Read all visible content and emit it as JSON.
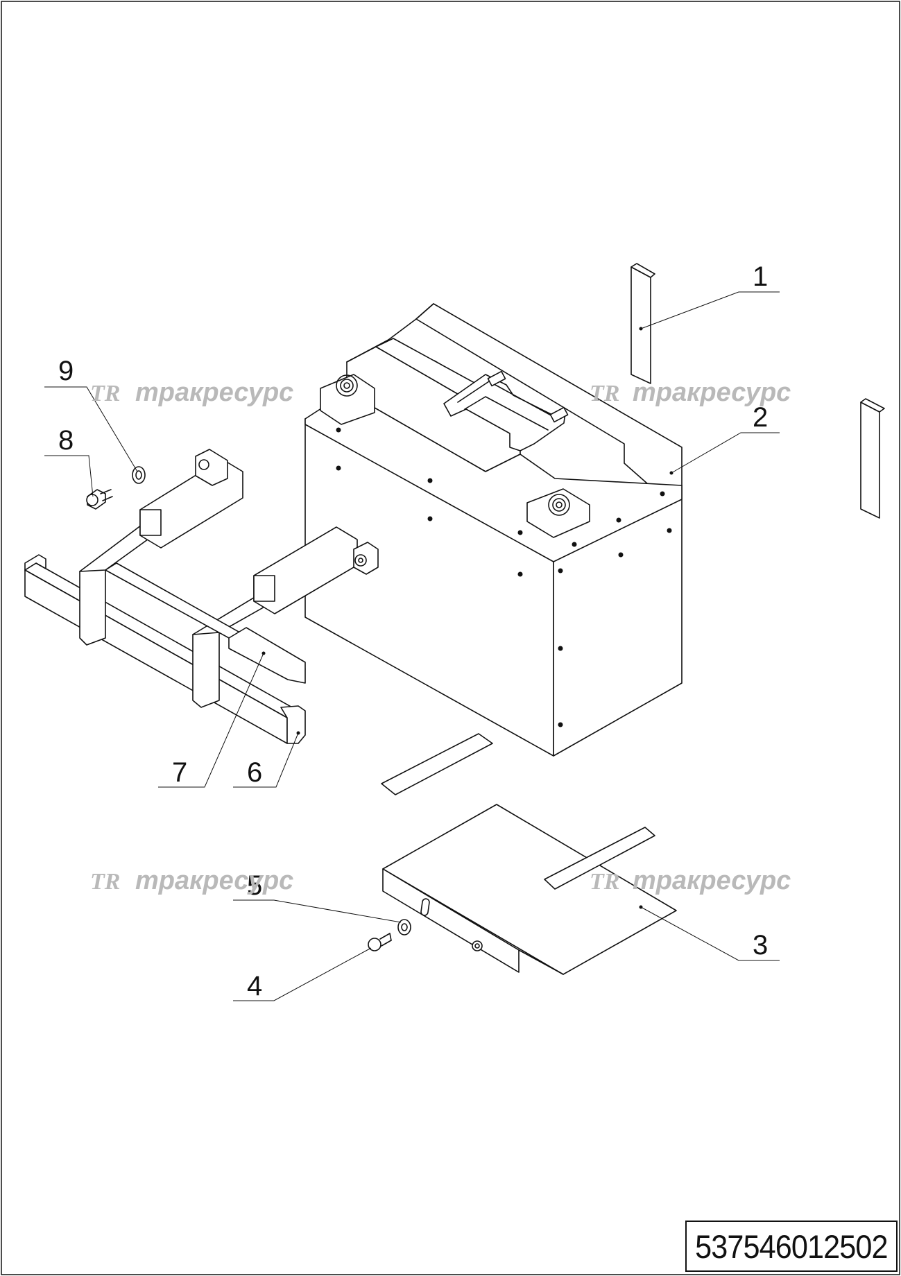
{
  "callouts": [
    {
      "id": "1",
      "label": "1"
    },
    {
      "id": "2",
      "label": "2"
    },
    {
      "id": "3",
      "label": "3"
    },
    {
      "id": "4",
      "label": "4"
    },
    {
      "id": "5",
      "label": "5"
    },
    {
      "id": "6",
      "label": "6"
    },
    {
      "id": "7",
      "label": "7"
    },
    {
      "id": "8",
      "label": "8"
    },
    {
      "id": "9",
      "label": "9"
    }
  ],
  "watermark": {
    "logo": "TR",
    "text": "тракресурс"
  },
  "drawing_number": "537546012502",
  "colors": {
    "line": "#111111",
    "watermark": "#b9b9b9",
    "background": "#ffffff"
  }
}
